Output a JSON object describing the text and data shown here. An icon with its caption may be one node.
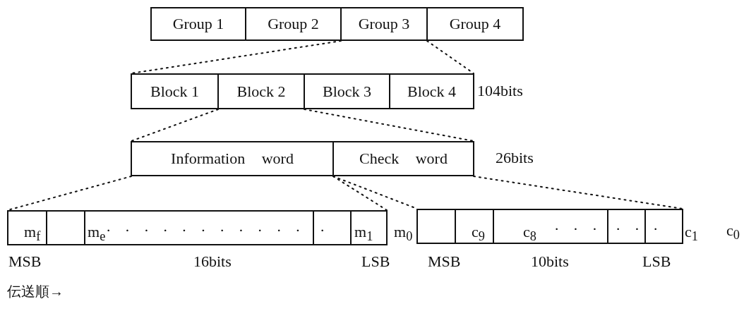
{
  "diagram": {
    "nodes": [
      {
        "text": [
          "Group 1"
        ]
      },
      {
        "text": [
          "Group 2"
        ]
      },
      {
        "text": [
          "Group 3"
        ]
      },
      {
        "text": [
          "Group 4"
        ]
      },
      {
        "text": [
          "Block 1"
        ]
      },
      {
        "text": [
          "Block 2"
        ]
      },
      {
        "text": [
          "Block 3"
        ]
      },
      {
        "text": [
          "Block 4"
        ],
        "beside": [
          "104bits"
        ]
      },
      {
        "text": [
          "Information word"
        ]
      },
      {
        "text": [
          "Check word"
        ],
        "beside": [
          "26bits"
        ]
      },
      {
        "text": [],
        "shape": "box"
      },
      {
        "text": [],
        "shape": "box"
      },
      {
        "text": [],
        "shape": "box"
      },
      {
        "text": [],
        "shape": "box"
      },
      {
        "text": [],
        "shape": "box"
      },
      {
        "text": [],
        "shape": "box"
      },
      {
        "text": [],
        "shape": "box"
      },
      {
        "text": [],
        "shape": "box"
      },
      {
        "text": [],
        "shape": "box"
      },
      {
        "text": [],
        "shape": "box"
      }
    ],
    "edges": [
      {
        "from": 2,
        "to": 4,
        "arrow": "none",
        "style": "dashed"
      },
      {
        "from": 2,
        "to": 7,
        "arrow": "none",
        "style": "dashed"
      },
      {
        "from": 5,
        "to": 8,
        "arrow": "none",
        "style": "dashed"
      },
      {
        "from": 5,
        "to": 9,
        "arrow": "none",
        "style": "dashed"
      },
      {
        "from": 8,
        "to": 10,
        "arrow": "none",
        "style": "dashed"
      },
      {
        "from": 8,
        "to": 14,
        "arrow": "none",
        "style": "dashed"
      },
      {
        "from": 9,
        "to": 15,
        "arrow": "none",
        "style": "dashed"
      },
      {
        "from": 9,
        "to": 19,
        "arrow": "none",
        "style": "dashed"
      }
    ],
    "labels": [
      "m$_{f}$",
      "m$_{e}$",
      "· · · · · · · · · · ·",
      "·",
      "m$_{1}$",
      "m$_{0}$",
      "c$_{9}$",
      "c$_{8}$",
      "· · ·",
      "· ·",
      "·",
      "c$_{1}$",
      "c$_{0}$",
      "MSB",
      "16bits",
      "LSB",
      "MSB",
      "10bits",
      "LSB",
      "伝送順→"
    ]
  }
}
